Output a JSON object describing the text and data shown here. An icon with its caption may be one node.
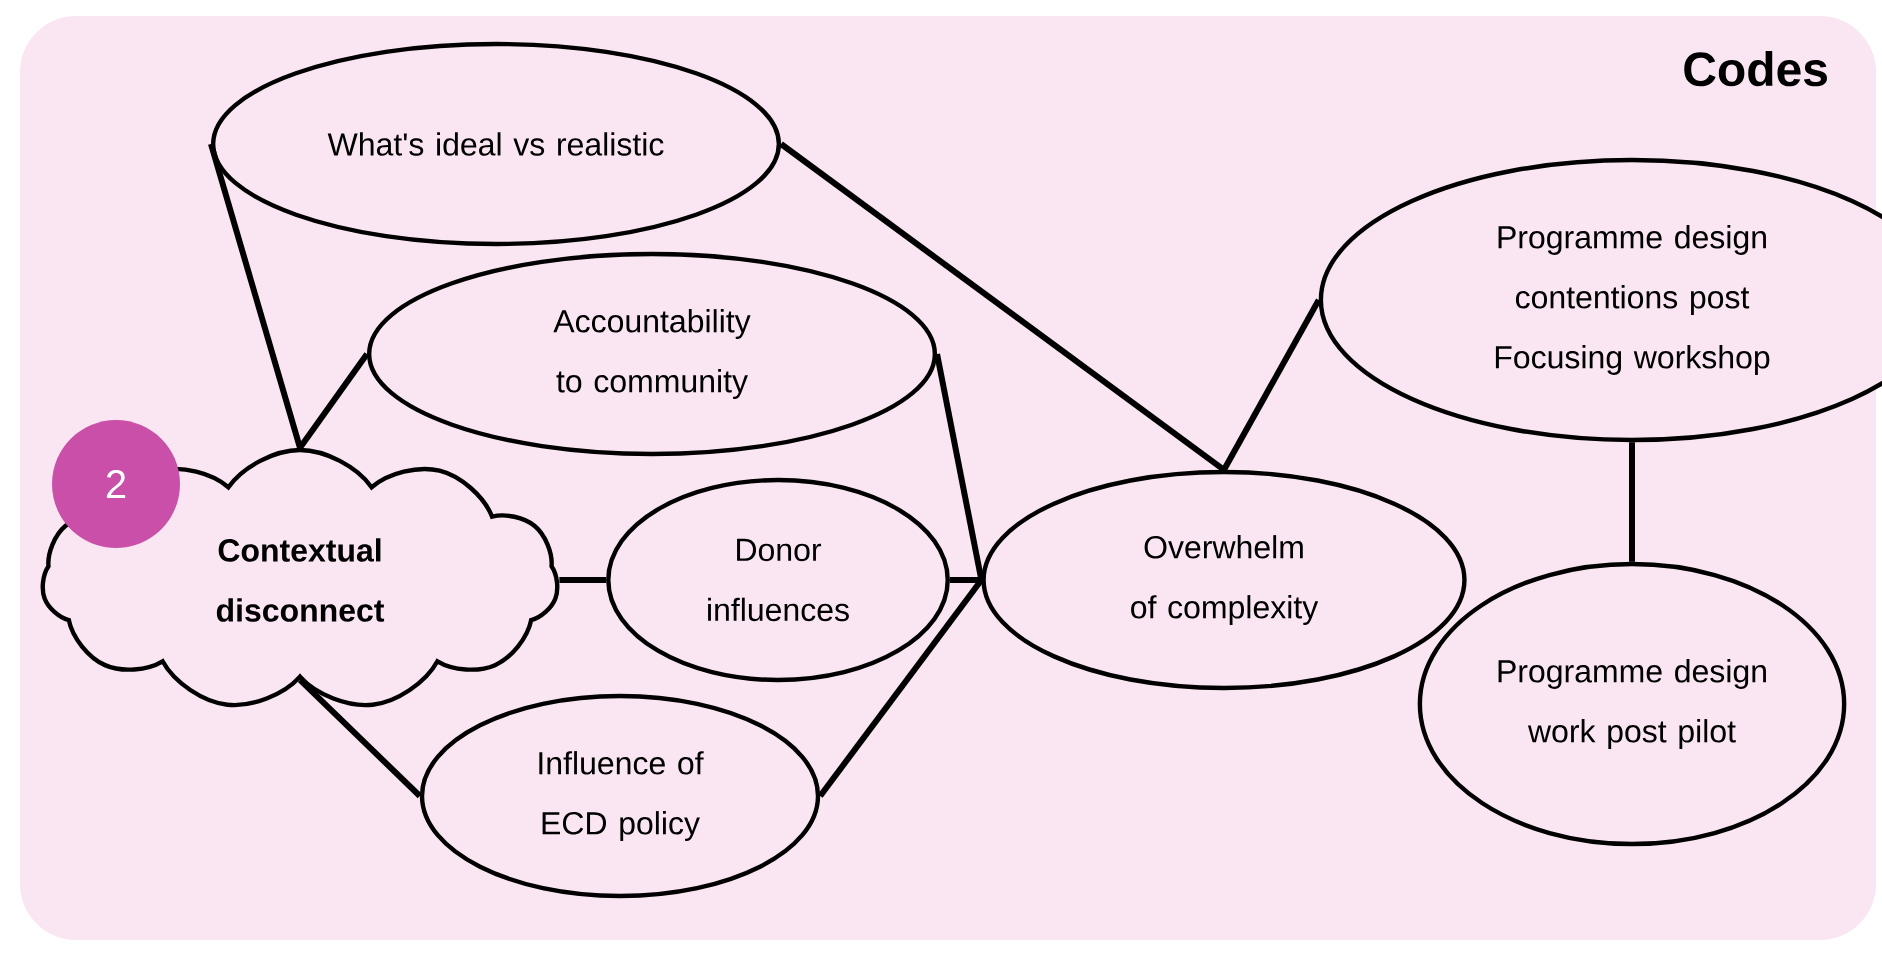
{
  "diagram": {
    "title": "Codes",
    "nodes": [
      {
        "text": [
          "What's ideal vs realistic"
        ]
      },
      {
        "text": [
          "Accountability to community"
        ]
      },
      {
        "text": [
          "2"
        ]
      },
      {
        "text": [
          "Contextual disconnect"
        ]
      },
      {
        "text": [
          "Donor influences"
        ]
      },
      {
        "text": [
          "Influence of ECD policy"
        ]
      },
      {
        "text": [
          "Overwhelm of complexity"
        ]
      },
      {
        "text": [
          "Programme design contentions post Focusing workshop"
        ]
      },
      {
        "text": [
          "Programme design work post pilot"
        ]
      }
    ],
    "edges": [
      {
        "from": 0,
        "to": 3,
        "arrow": "none"
      },
      {
        "from": 1,
        "to": 3,
        "arrow": "none"
      },
      {
        "from": 3,
        "to": 4,
        "arrow": "none"
      },
      {
        "from": 3,
        "to": 5,
        "arrow": "none"
      },
      {
        "from": 0,
        "to": 6,
        "arrow": "none"
      },
      {
        "from": 1,
        "to": 6,
        "arrow": "none"
      },
      {
        "from": 4,
        "to": 6,
        "arrow": "none"
      },
      {
        "from": 5,
        "to": 6,
        "arrow": "none"
      },
      {
        "from": 6,
        "to": 7,
        "arrow": "none"
      },
      {
        "from": 7,
        "to": 8,
        "arrow": "none"
      }
    ]
  }
}
